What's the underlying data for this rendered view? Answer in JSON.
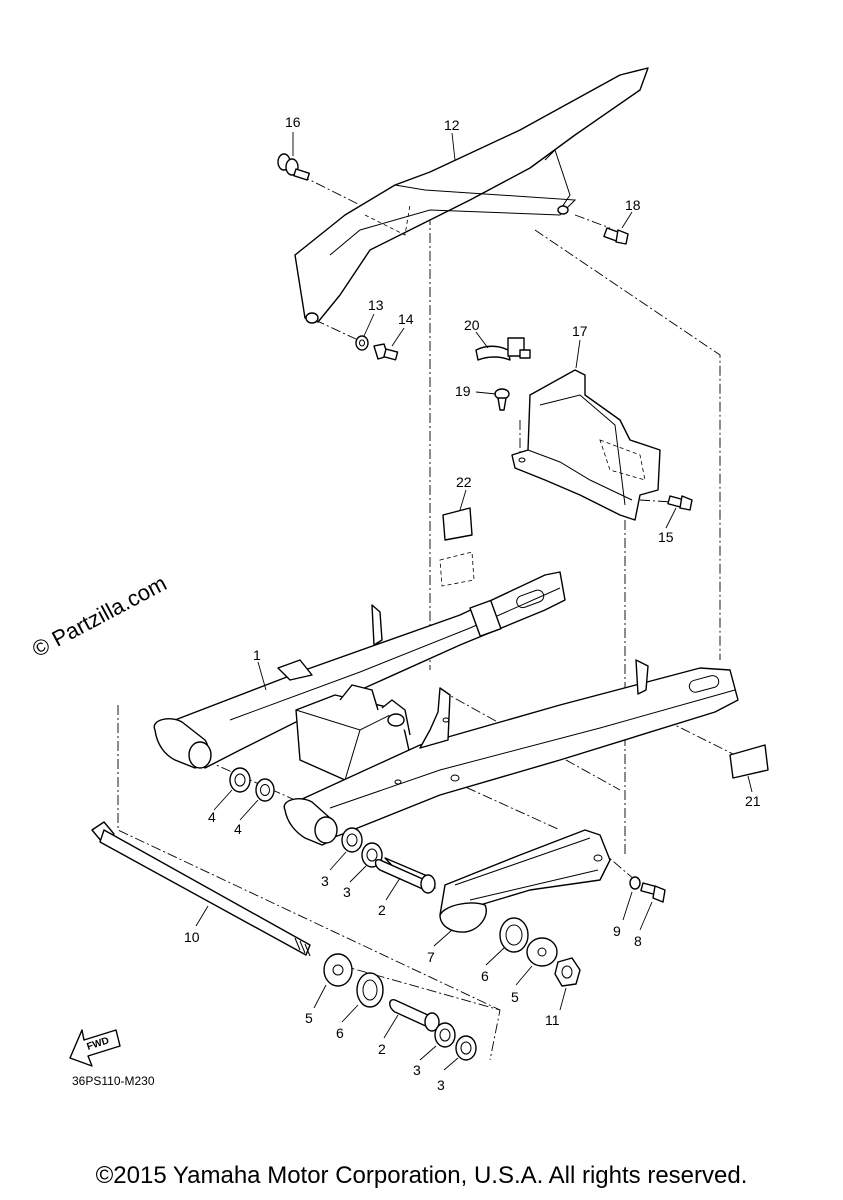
{
  "watermark": "© Partzilla.com",
  "drawing_code": "36PS110-M230",
  "copyright": "©2015 Yamaha Motor Corporation, U.S.A. All rights reserved.",
  "fwd_label": "FWD",
  "callouts": {
    "c1": "1",
    "c2a": "2",
    "c2b": "2",
    "c3a": "3",
    "c3b": "3",
    "c3c": "3",
    "c3d": "3",
    "c4a": "4",
    "c4b": "4",
    "c5a": "5",
    "c5b": "5",
    "c6a": "6",
    "c6b": "6",
    "c7": "7",
    "c8": "8",
    "c9": "9",
    "c10": "10",
    "c11": "11",
    "c12": "12",
    "c13": "13",
    "c14": "14",
    "c15": "15",
    "c16": "16",
    "c17": "17",
    "c18": "18",
    "c19": "19",
    "c20": "20",
    "c21": "21",
    "c22": "22"
  }
}
